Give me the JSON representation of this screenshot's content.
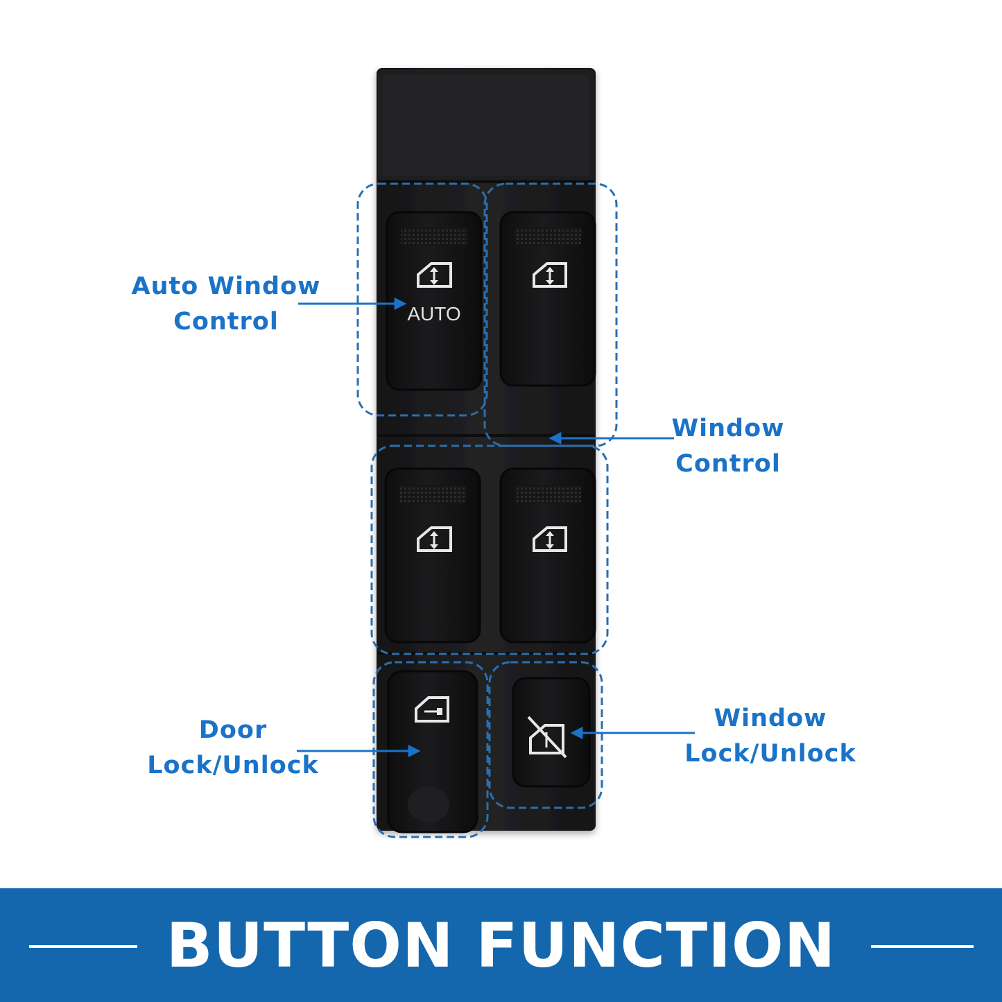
{
  "colors": {
    "accent": "#1a73c8",
    "banner": "#1567ad",
    "switch_body": "#1c1c1d",
    "rocker": "#111112",
    "symbol": "#e8e8e8"
  },
  "switch_labels": {
    "auto": "AUTO"
  },
  "icons": {
    "window_switch": "window-up-down-icon",
    "door_lock": "door-lock-icon",
    "window_lock": "window-lock-crossed-icon"
  },
  "callouts": {
    "auto_window": [
      "Auto Window",
      "Control"
    ],
    "window_control": [
      "Window",
      "Control"
    ],
    "door_lock": [
      "Door",
      "Lock/Unlock"
    ],
    "window_lock": [
      "Window",
      "Lock/Unlock"
    ]
  },
  "banner": {
    "title": "BUTTON FUNCTION"
  }
}
